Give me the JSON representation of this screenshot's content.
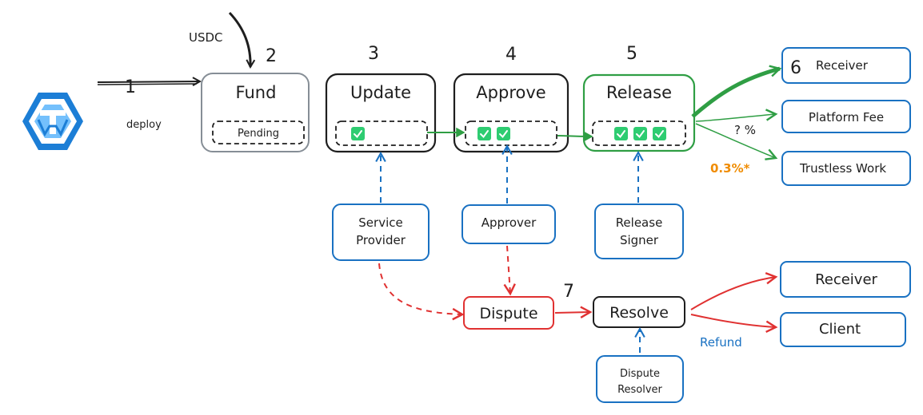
{
  "colors": {
    "ink": "#1e1e1e",
    "gray": "#868e96",
    "green": "#2f9e44",
    "check": "#2ecc71",
    "blue": "#1971c2",
    "red": "#e03131",
    "orange": "#f08c00",
    "logo_dark": "#1c7ed6",
    "logo_light": "#74c0fc"
  },
  "logo": {
    "icon": "trustless-work-logo"
  },
  "deploy": {
    "label": "deploy",
    "step": "1"
  },
  "usdc": {
    "label": "USDC"
  },
  "stages": {
    "fund": {
      "label": "Fund",
      "step": "2",
      "status": "Pending"
    },
    "update": {
      "label": "Update",
      "step": "3",
      "checks": 1
    },
    "approve": {
      "label": "Approve",
      "step": "4",
      "checks": 2
    },
    "release": {
      "label": "Release",
      "step": "5",
      "checks": 3
    }
  },
  "roles": {
    "service_provider": [
      "Service",
      "Provider"
    ],
    "approver": "Approver",
    "release_signer": [
      "Release",
      "Signer"
    ],
    "dispute_resolver": [
      "Dispute",
      "Resolver"
    ]
  },
  "release_outputs": {
    "receiver": {
      "step": "6",
      "label": "Receiver"
    },
    "platform_fee": {
      "label": "Platform Fee",
      "fee": "? %"
    },
    "trustless_work": {
      "label": "Trustless Work",
      "fee": "0.3%*"
    }
  },
  "dispute": {
    "label": "Dispute",
    "step": "7"
  },
  "resolve": {
    "label": "Resolve"
  },
  "resolve_outputs": {
    "receiver": "Receiver",
    "client": "Client",
    "refund": "Refund"
  }
}
